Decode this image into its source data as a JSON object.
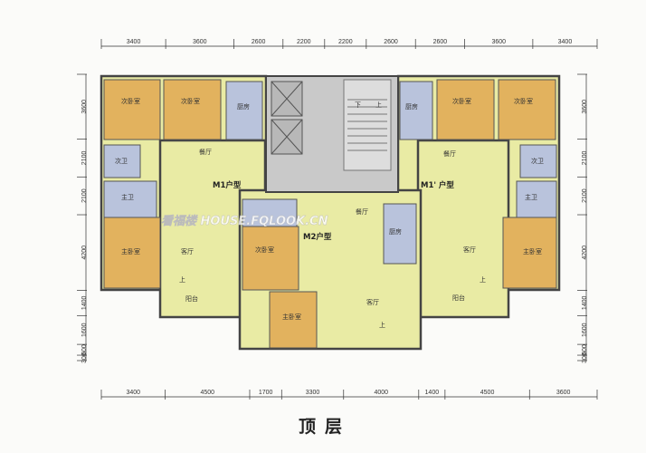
{
  "title": "顶层",
  "watermark": "看福楼 HOUSE.FQLOOK.CN",
  "dimensions": {
    "top": [
      "3400",
      "3600",
      "2600",
      "2200",
      "2200",
      "2600",
      "2600",
      "3600",
      "3400"
    ],
    "bottom": [
      "3400",
      "4500",
      "1700",
      "3300",
      "4000",
      "1400",
      "4500",
      "3600"
    ],
    "left": [
      "3600",
      "2100",
      "2100",
      "4200",
      "1400",
      "1600",
      "600",
      "300"
    ],
    "right": [
      "3600",
      "2100",
      "2100",
      "4200",
      "1400",
      "1600",
      "600",
      "300"
    ]
  },
  "units": {
    "m1": "M1户型",
    "m1p": "M1' 户型",
    "m2": "M2户型"
  },
  "rooms": {
    "secondary_bedroom": "次卧室",
    "master_bedroom": "主卧室",
    "kitchen": "厨房",
    "secondary_bath": "次卫",
    "master_bath": "主卫",
    "dining": "餐厅",
    "living": "客厅",
    "balcony": "阳台",
    "up": "上",
    "down": "下"
  },
  "colors": {
    "bedroom": "#e2b25e",
    "wet": "#b9c3dc",
    "living": "#e9eba4",
    "core": "#c9c9c9",
    "wall": "#444444"
  }
}
